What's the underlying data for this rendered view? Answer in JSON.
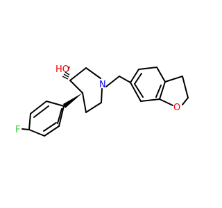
{
  "atoms": {
    "hydroxyl": {
      "label": "HO",
      "color": "#ff0000"
    },
    "nitrogen": {
      "label": "N",
      "color": "#0000ff"
    },
    "fluorine": {
      "label": "F",
      "color": "#33cc33"
    },
    "oxygen": {
      "label": "O",
      "color": "#ff0000"
    }
  },
  "colors": {
    "bond": "#000000",
    "background": "#ffffff"
  }
}
